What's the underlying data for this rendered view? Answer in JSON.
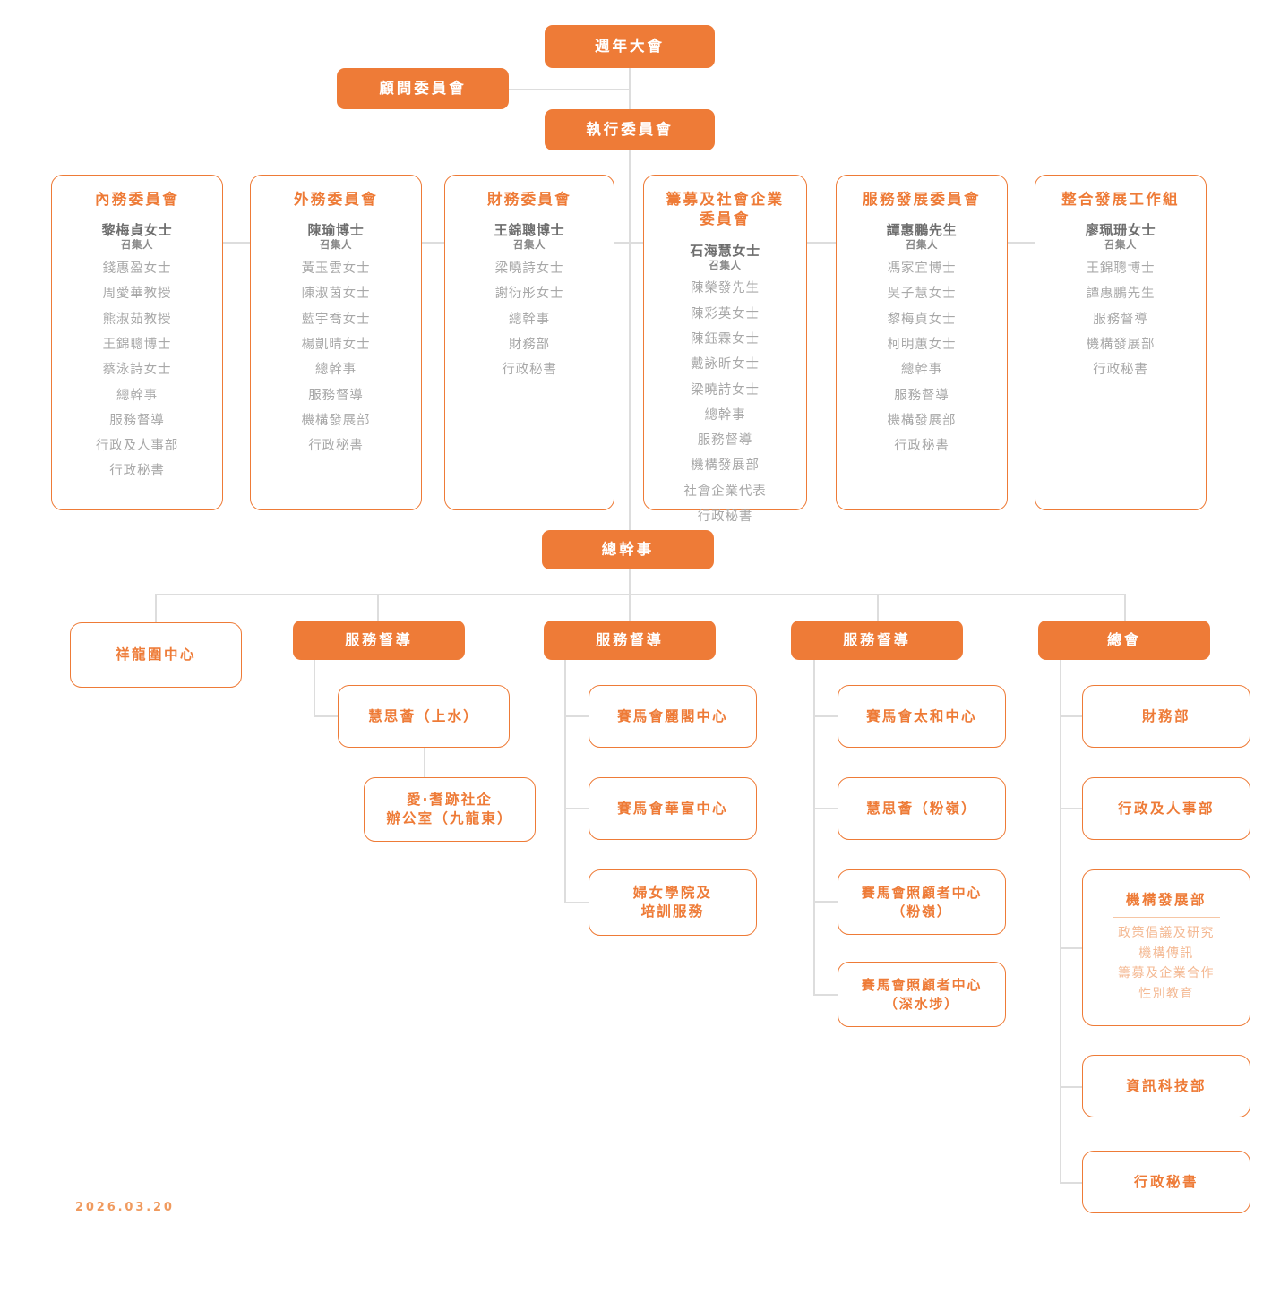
{
  "meta": {
    "date_stamp": "2026.03.20",
    "colors": {
      "orange_fill": "#EE7B37",
      "orange_border": "#EE7B37",
      "orange_light_text": "#F4B993",
      "connector_grey": "#DDDDDD",
      "member_grey": "#A8A8A8",
      "convener_grey": "#6E6E6E",
      "background": "#FFFFFF"
    }
  },
  "top": {
    "annual_meeting": "週年大會",
    "advisory_committee": "顧問委員會",
    "executive_committee": "執行委員會"
  },
  "committees": [
    {
      "title": "內務委員會",
      "convener_name": "黎梅貞女士",
      "convener_role": "召集人",
      "members": [
        "錢惠盈女士",
        "周愛華教授",
        "熊淑茹教授",
        "王錦聰博士",
        "蔡泳詩女士",
        "總幹事",
        "服務督導",
        "行政及人事部",
        "行政秘書"
      ]
    },
    {
      "title": "外務委員會",
      "convener_name": "陳瑜博士",
      "convener_role": "召集人",
      "members": [
        "黃玉雲女士",
        "陳淑茵女士",
        "藍宇喬女士",
        "楊凱晴女士",
        "總幹事",
        "服務督導",
        "機構發展部",
        "行政秘書"
      ]
    },
    {
      "title": "財務委員會",
      "convener_name": "王錦聰博士",
      "convener_role": "召集人",
      "members": [
        "梁曉詩女士",
        "謝衍彤女士",
        "總幹事",
        "財務部",
        "行政秘書"
      ]
    },
    {
      "title": "籌募及社會企業\n委員會",
      "convener_name": "石海慧女士",
      "convener_role": "召集人",
      "members": [
        "陳榮發先生",
        "陳彩英女士",
        "陳鈺霖女士",
        "戴詠昕女士",
        "梁曉詩女士",
        "總幹事",
        "服務督導",
        "機構發展部",
        "社會企業代表",
        "行政秘書"
      ]
    },
    {
      "title": "服務發展委員會",
      "convener_name": "譚惠鵬先生",
      "convener_role": "召集人",
      "members": [
        "馮家宜博士",
        "吳子慧女士",
        "黎梅貞女士",
        "柯明蕙女士",
        "總幹事",
        "服務督導",
        "機構發展部",
        "行政秘書"
      ]
    },
    {
      "title": "整合發展工作組",
      "convener_name": "廖珮珊女士",
      "convener_role": "召集人",
      "members": [
        "王錦聰博士",
        "譚惠鵬先生",
        "服務督導",
        "機構發展部",
        "行政秘書"
      ]
    }
  ],
  "general_secretary": "總幹事",
  "branches": [
    {
      "head": "祥龍圍中心",
      "head_style": "outline",
      "children": []
    },
    {
      "head": "服務督導",
      "head_style": "filled",
      "children": [
        "慧思薈（上水）",
        "愛‧耆跡社企\n辦公室（九龍東）"
      ]
    },
    {
      "head": "服務督導",
      "head_style": "filled",
      "children": [
        "賽馬會麗閣中心",
        "賽馬會華富中心",
        "婦女學院及\n培訓服務"
      ]
    },
    {
      "head": "服務督導",
      "head_style": "filled",
      "children": [
        "賽馬會太和中心",
        "慧思薈（粉嶺）",
        "賽馬會照顧者中心\n（粉嶺）",
        "賽馬會照顧者中心\n（深水埗）"
      ]
    },
    {
      "head": "總會",
      "head_style": "filled",
      "children": [
        "財務部",
        "行政及人事部",
        "機構發展部",
        "資訊科技部",
        "行政秘書"
      ]
    }
  ],
  "head_office_dept": {
    "title": "機構發展部",
    "sub_items": "政策倡議及研究\n機構傳訊\n籌募及企業合作\n性別教育"
  }
}
